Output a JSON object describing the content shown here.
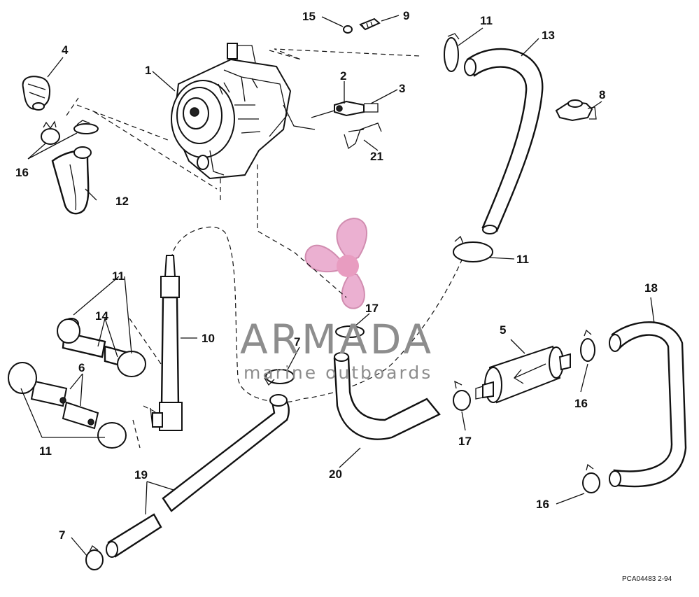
{
  "diagram": {
    "callouts": [
      {
        "id": "c1",
        "text": "1"
      },
      {
        "id": "c2",
        "text": "2"
      },
      {
        "id": "c3",
        "text": "3"
      },
      {
        "id": "c4",
        "text": "4"
      },
      {
        "id": "c5",
        "text": "5"
      },
      {
        "id": "c6",
        "text": "6"
      },
      {
        "id": "c7a",
        "text": "7"
      },
      {
        "id": "c7b",
        "text": "7"
      },
      {
        "id": "c8",
        "text": "8"
      },
      {
        "id": "c9",
        "text": "9"
      },
      {
        "id": "c10",
        "text": "10"
      },
      {
        "id": "c11a",
        "text": "11"
      },
      {
        "id": "c11b",
        "text": "11"
      },
      {
        "id": "c11c",
        "text": "11"
      },
      {
        "id": "c11d",
        "text": "11"
      },
      {
        "id": "c12",
        "text": "12"
      },
      {
        "id": "c13",
        "text": "13"
      },
      {
        "id": "c14",
        "text": "14"
      },
      {
        "id": "c15",
        "text": "15"
      },
      {
        "id": "c16a",
        "text": "16"
      },
      {
        "id": "c16b",
        "text": "16"
      },
      {
        "id": "c16c",
        "text": "16"
      },
      {
        "id": "c17a",
        "text": "17"
      },
      {
        "id": "c17b",
        "text": "17"
      },
      {
        "id": "c18",
        "text": "18"
      },
      {
        "id": "c19",
        "text": "19"
      },
      {
        "id": "c20",
        "text": "20"
      },
      {
        "id": "c21",
        "text": "21"
      }
    ],
    "reference_code": "PCA04483   2-94"
  },
  "watermark": {
    "brand": "ARMADA",
    "tagline": "marine outboards",
    "logo_color": "#e8a3c9",
    "logo_center_color": "#e58bb6"
  }
}
